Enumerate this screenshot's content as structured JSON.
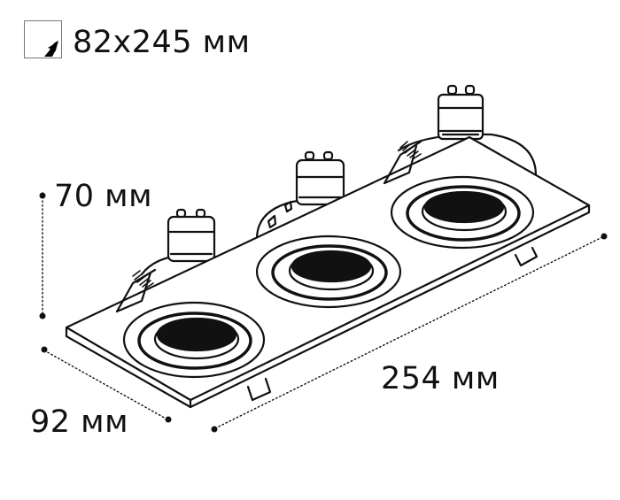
{
  "cutout": {
    "icon": "cutout-size-icon",
    "label": "82x245 мм"
  },
  "dimensions": {
    "height": "70 мм",
    "width": "92 мм",
    "length": "254 мм"
  },
  "product": {
    "type": "recessed triple spotlight frame",
    "lamps": 3,
    "socket": "GU10"
  },
  "colors": {
    "line": "#111111",
    "background": "#ffffff",
    "icon_border": "#777777"
  }
}
